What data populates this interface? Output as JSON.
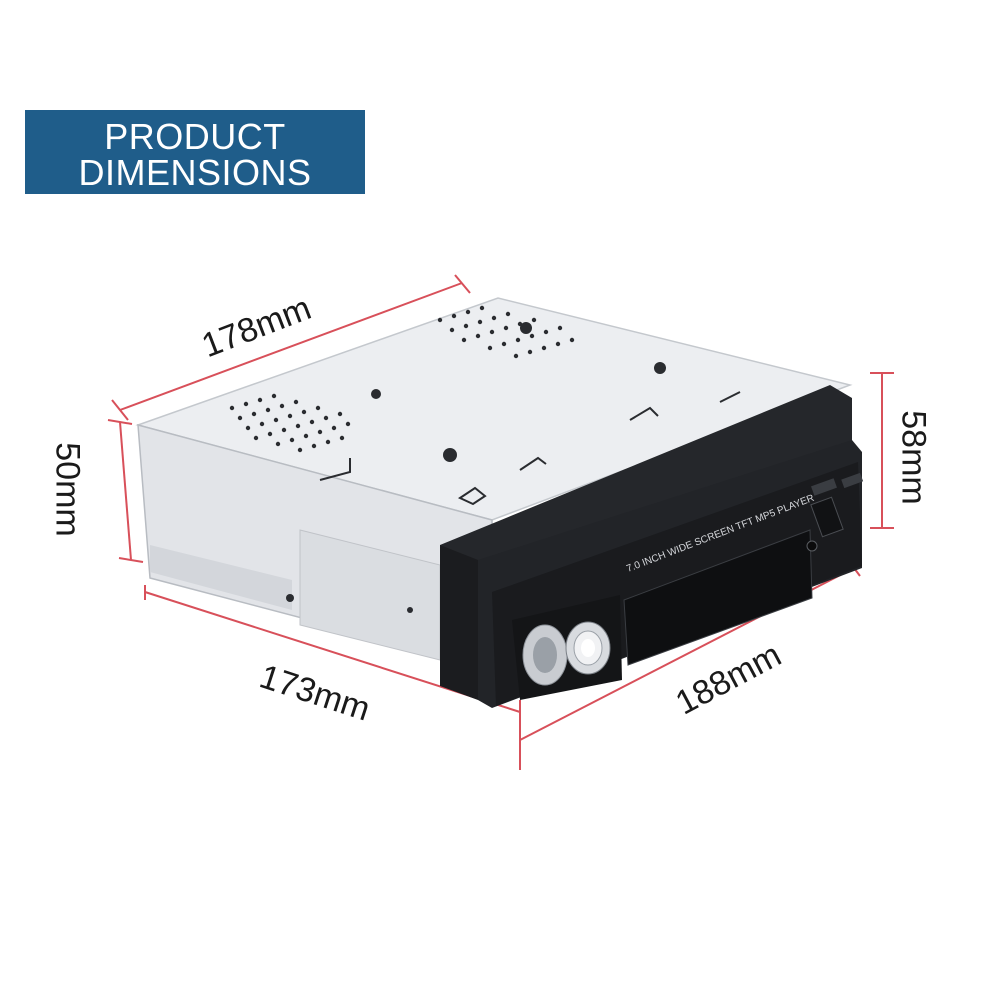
{
  "banner": {
    "line1": "PRODUCT",
    "line2": "DIMENSIONS"
  },
  "dimensions": {
    "top_depth": "178mm",
    "left_height": "50mm",
    "bottom_depth": "173mm",
    "front_width": "188mm",
    "right_height": "58mm"
  },
  "device": {
    "screen_label": "7.0 INCH WIDE SCREEN TFT MP5 PLAYER"
  },
  "colors": {
    "banner": "#1f5d8a",
    "dimension_line": "#d8505a",
    "chassis": "#e9ebee",
    "faceplate": "#1b1c1f"
  }
}
